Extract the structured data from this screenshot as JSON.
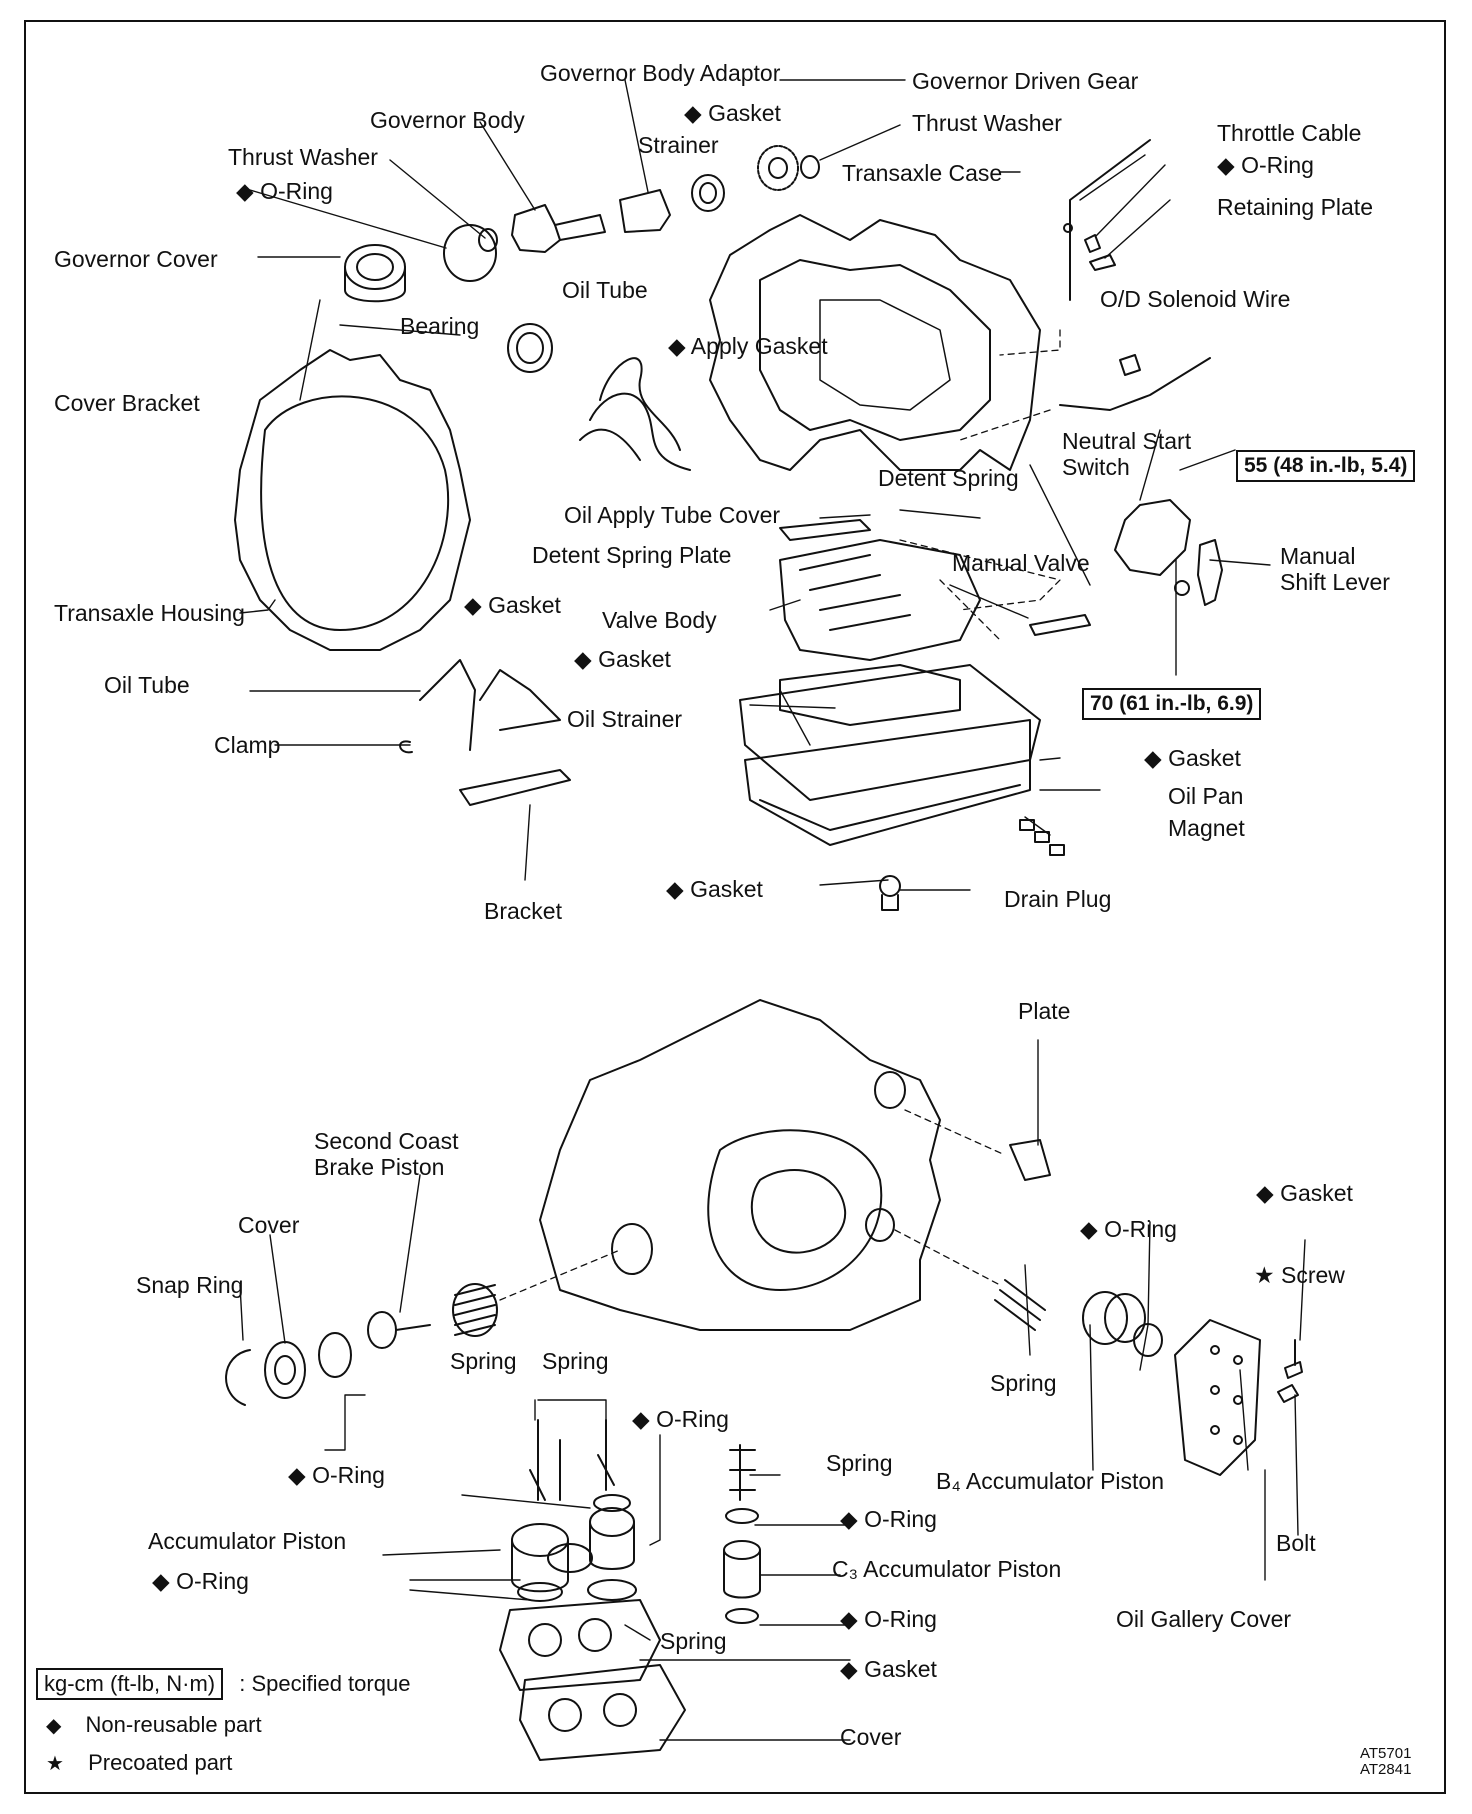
{
  "labels": {
    "governor_body_adaptor": "Governor Body Adaptor",
    "governor_driven_gear": "Governor Driven Gear",
    "gasket_top": "◆ Gasket",
    "thrust_washer_right": "Thrust Washer",
    "governor_body": "Governor Body",
    "strainer": "Strainer",
    "throttle_cable": "Throttle Cable",
    "thrust_washer_left": "Thrust Washer",
    "oring_throttle": "◆ O-Ring",
    "transaxle_case": "Transaxle Case",
    "oring_governor": "◆ O-Ring",
    "retaining_plate": "Retaining Plate",
    "governor_cover": "Governor Cover",
    "oil_tube_top": "Oil Tube",
    "od_solenoid_wire": "O/D Solenoid Wire",
    "bearing": "Bearing",
    "apply_gasket": "◆ Apply Gasket",
    "cover_bracket": "Cover Bracket",
    "neutral_start_switch": "Neutral Start\nSwitch",
    "torque_55": "55 (48 in.-lb, 5.4)",
    "detent_spring": "Detent Spring",
    "oil_apply_tube_cover": "Oil Apply Tube Cover",
    "detent_spring_plate": "Detent Spring Plate",
    "manual_valve": "Manual Valve",
    "manual_shift_lever": "Manual\nShift Lever",
    "gasket_housing": "◆ Gasket",
    "transaxle_housing": "Transaxle Housing",
    "valve_body": "Valve Body",
    "gasket_strainer": "◆ Gasket",
    "torque_70": "70 (61 in.-lb, 6.9)",
    "oil_tube_lower": "Oil Tube",
    "oil_strainer": "Oil Strainer",
    "clamp": "Clamp",
    "gasket_pan": "◆ Gasket",
    "oil_pan": "Oil Pan",
    "magnet": "Magnet",
    "gasket_drain": "◆ Gasket",
    "drain_plug": "Drain Plug",
    "bracket": "Bracket",
    "plate": "Plate",
    "second_coast_brake_piston": "Second Coast\nBrake Piston",
    "gasket_gallery": "◆ Gasket",
    "cover_piston": "Cover",
    "oring_b4": "◆ O-Ring",
    "snap_ring": "Snap Ring",
    "screw": "★ Screw",
    "spring_brake": "Spring",
    "spring_accum_top": "Spring",
    "spring_b4": "Spring",
    "oring_accum_top": "◆ O-Ring",
    "oring_brake": "◆ O-Ring",
    "spring_c3": "Spring",
    "b4_accumulator_piston": "B₄ Accumulator Piston",
    "oring_c3_top": "◆ O-Ring",
    "bolt": "Bolt",
    "accumulator_piston": "Accumulator Piston",
    "c3_accumulator_piston": "C₃ Accumulator Piston",
    "oring_accum_left": "◆ O-Ring",
    "oring_c3_bottom": "◆ O-Ring",
    "oil_gallery_cover": "Oil Gallery Cover",
    "spring_accum_bottom": "Spring",
    "gasket_accum": "◆ Gasket",
    "cover_accum": "Cover"
  },
  "legend": {
    "torque_box": "kg-cm (ft-lb, N·m)",
    "torque_text": ":  Specified torque",
    "non_reusable": "Non-reusable part",
    "precoated": "Precoated part",
    "diamond": "◆",
    "star": "★"
  },
  "codes": {
    "line1": "AT5701",
    "line2": "AT2841"
  }
}
